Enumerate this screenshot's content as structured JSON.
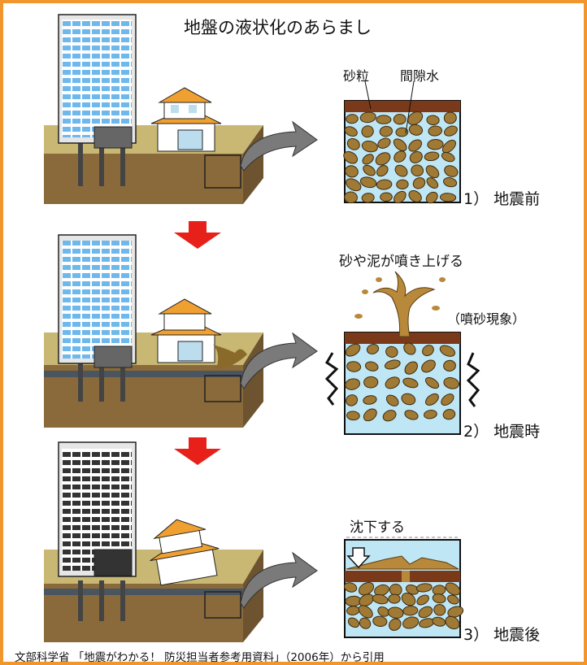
{
  "title": "地盤の液状化のあらまし",
  "labels": {
    "sand_grain": "砂粒",
    "pore_water": "間隙水",
    "eruption": "砂や泥が噴き上げる",
    "sand_boil": "（噴砂現象）",
    "subsidence": "沈下する"
  },
  "stages": [
    {
      "label": "1） 地震前"
    },
    {
      "label": "2） 地震時"
    },
    {
      "label": "3） 地震後"
    }
  ],
  "caption": "文部科学省 「地震がわかる！ 防災担当者参考用資料」（2006年）から引用",
  "colors": {
    "border": "#f0962c",
    "ground_surface": "#c8b873",
    "soil": "#8a6a3a",
    "grain": "#a07a35",
    "water": "#bfe6f5",
    "topsoil": "#7a3a1a",
    "arrow_down": "#e8201a",
    "building_window": "#6fb8ec",
    "roof": "#f0a030",
    "curved_arrow": "#7a7a7a"
  },
  "icons": [
    "curved-arrow-icon",
    "down-arrow-icon",
    "shake-zigzag-icon",
    "subsidence-arrow-icon"
  ]
}
